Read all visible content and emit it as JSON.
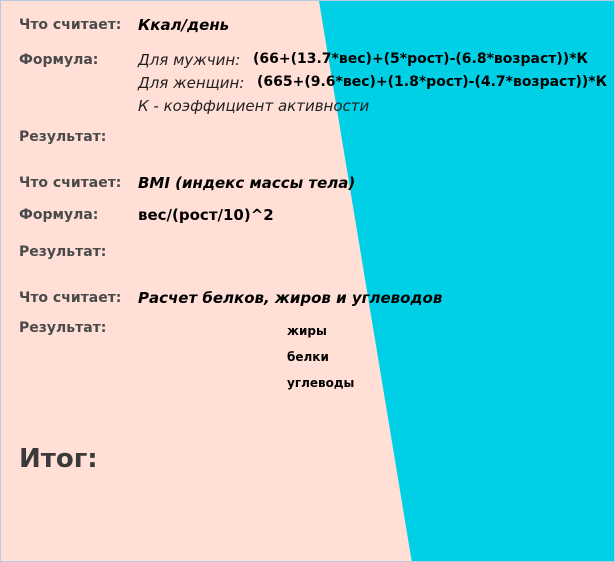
{
  "colors": {
    "left_background": "#ffdfd6",
    "right_background": "#00d0e6",
    "label_text": "#4a4a4a"
  },
  "section_calories": {
    "what_label": "Что считает:",
    "what_value": "Ккал/день",
    "formula_label": "Формула:",
    "men_caption": "Для мужчин:",
    "men_formula": "(66+(13.7*вес)+(5*рост)-(6.8*возраст))*К",
    "women_caption": "Для женщин:",
    "women_formula": "(665+(9.6*вес)+(1.8*рост)-(4.7*возраст))*К",
    "note": "К - коэффициент активности",
    "result_label": "Результат:"
  },
  "section_bmi": {
    "what_label": "Что считает:",
    "what_value": "BMI (индекс массы тела)",
    "formula_label": "Формула:",
    "formula": "вес/(рост/10)^2",
    "result_label": "Результат:"
  },
  "section_macros": {
    "what_label": "Что считает:",
    "what_value": "Расчет белков, жиров и углеводов",
    "result_label": "Результат:",
    "items": [
      "жиры",
      "белки",
      "углеводы"
    ]
  },
  "total": {
    "label": "Итог:"
  }
}
